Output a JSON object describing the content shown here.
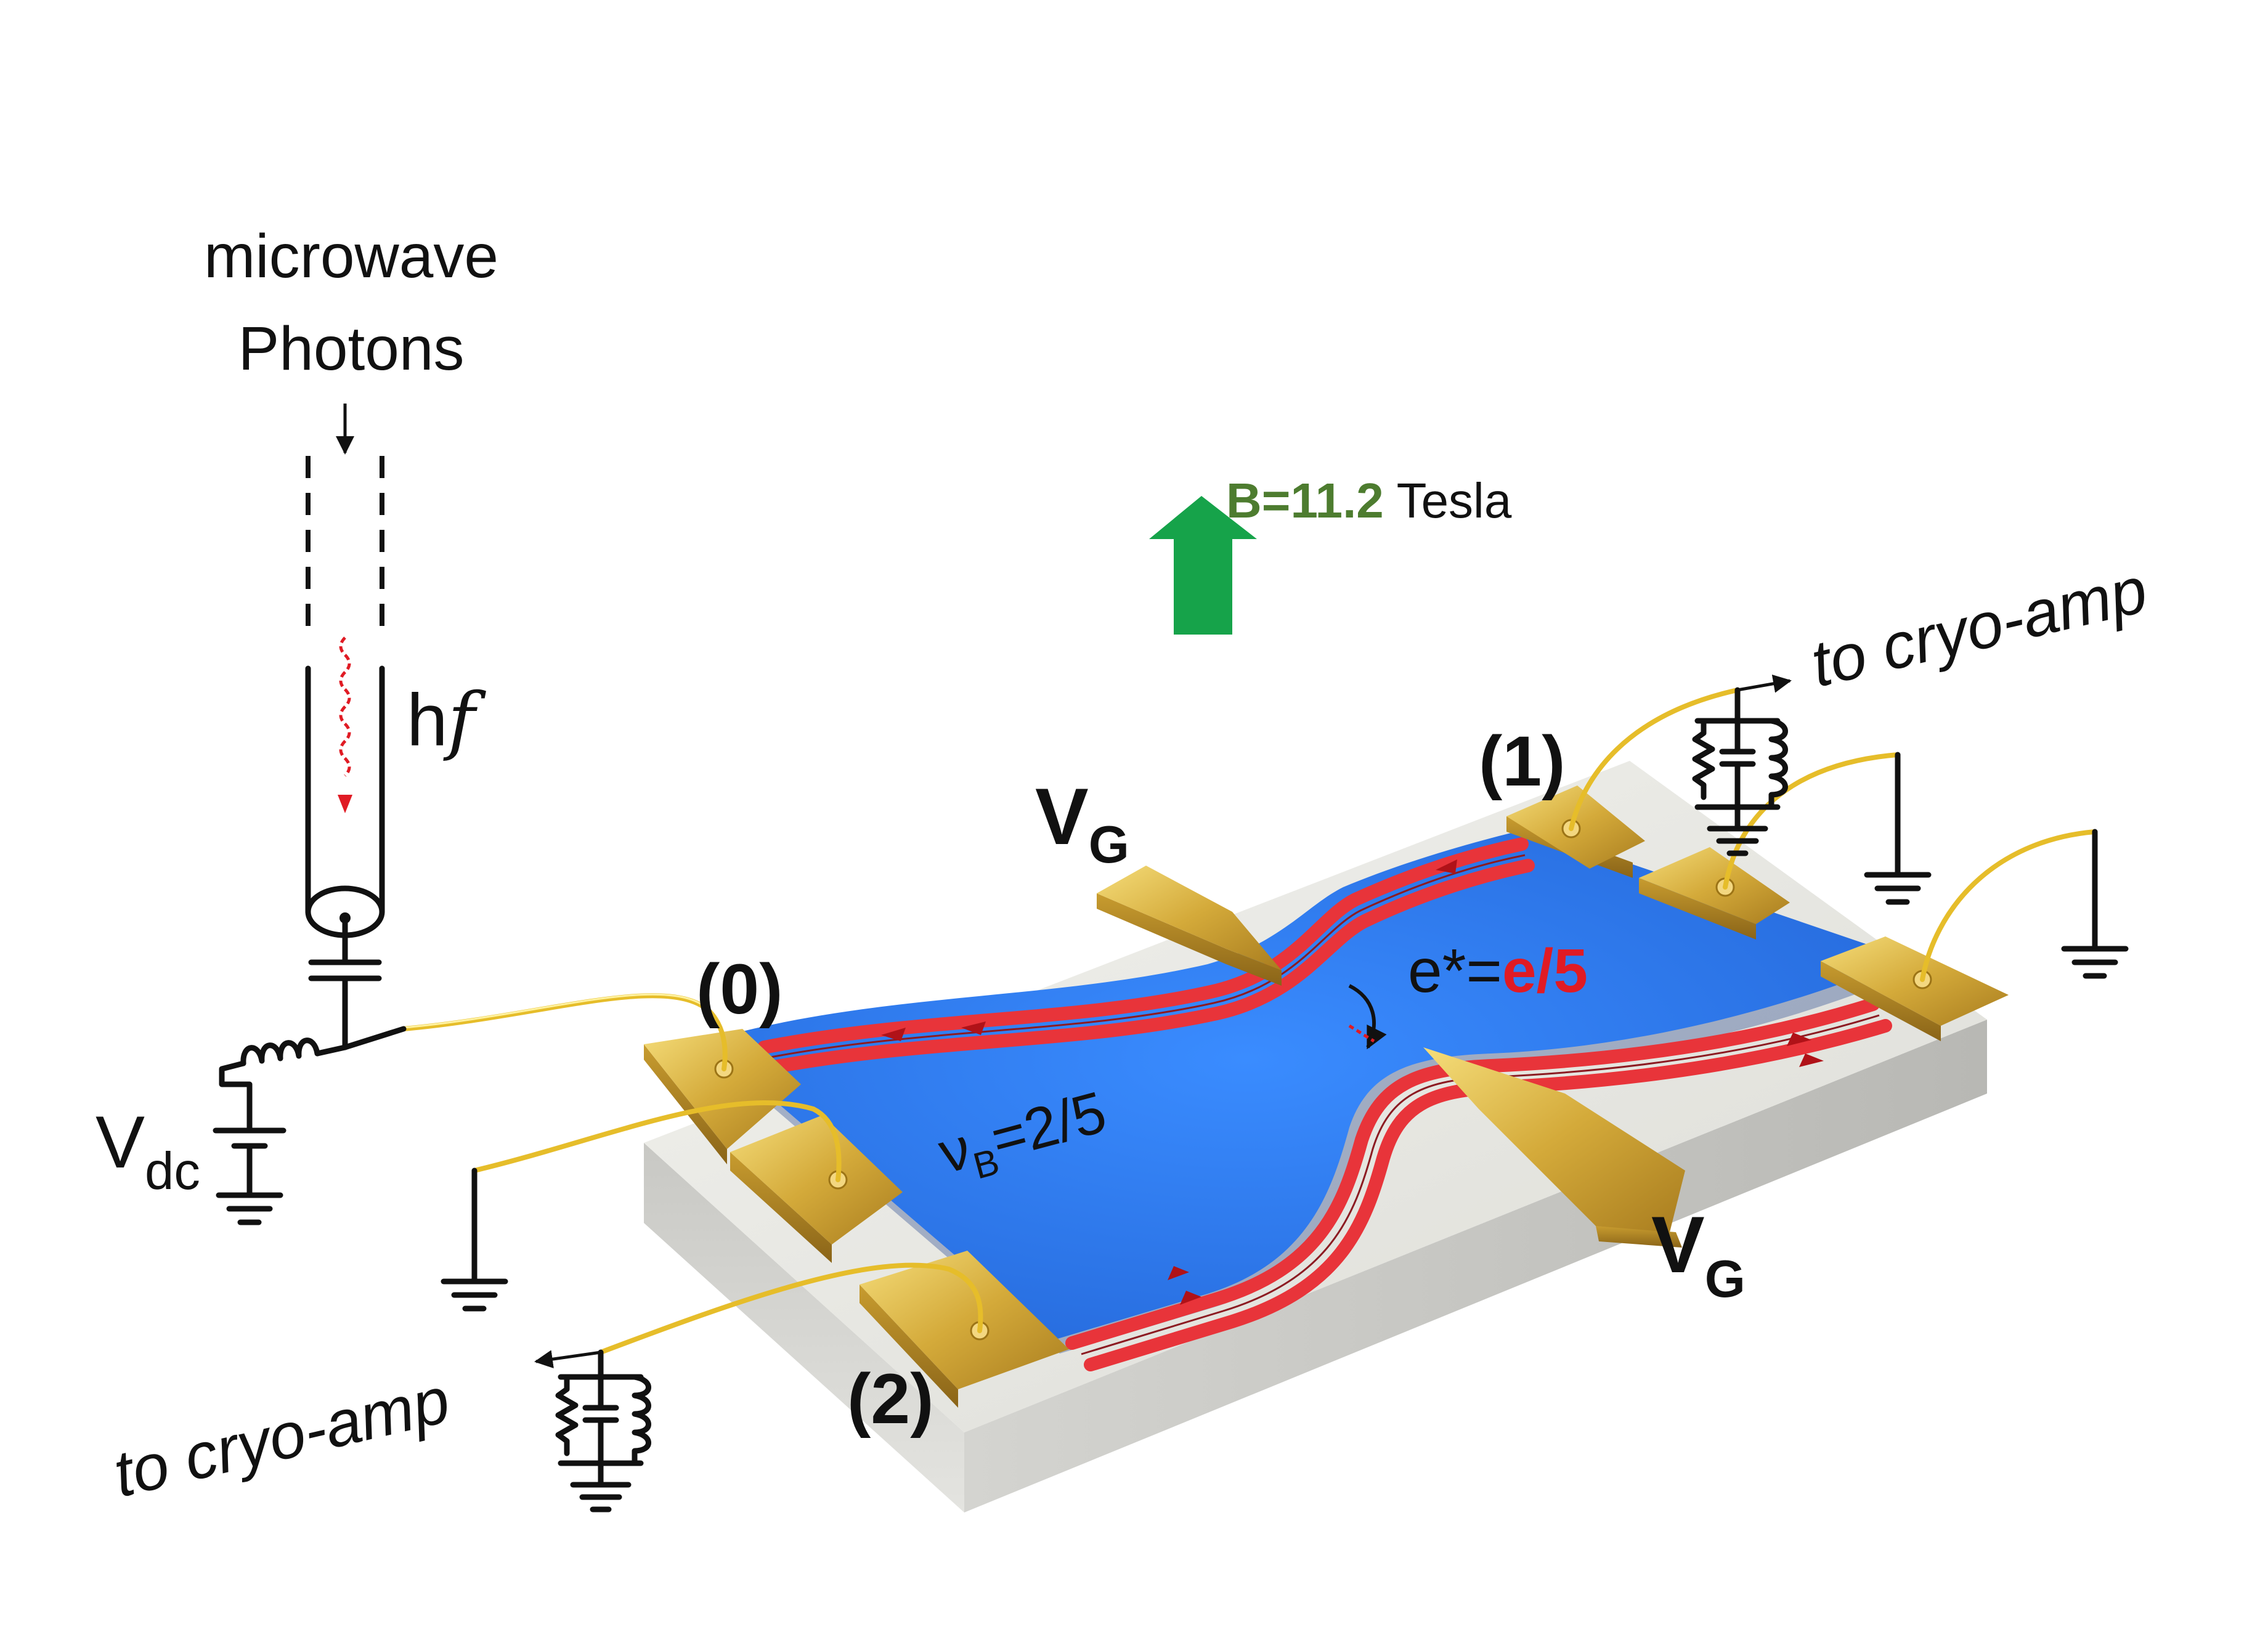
{
  "labels": {
    "microwave": "microwave",
    "photons": "Photons",
    "hf_h": "h",
    "hf_f": "f",
    "field_value": "B=11.2",
    "field_unit": " Tesla",
    "to_cryo_amp_right": "to cryo-amp",
    "to_cryo_amp_left": "to cryo-amp",
    "contact_0": "(0)",
    "contact_1": "(1)",
    "contact_2": "(2)",
    "vg_top": "V",
    "vg_top_sub": "G",
    "vg_bottom": "V",
    "vg_bottom_sub": "G",
    "vdc": "V",
    "vdc_sub": "dc",
    "charge_prefix": "e*=",
    "charge_value": "e/5",
    "filling_nu": "ν",
    "filling_sub": "B",
    "filling_value": "=2/5"
  },
  "colors": {
    "field_arrow": "#16a34a",
    "field_text": "#4d7c2f",
    "charge_value": "#e01b24",
    "two_deg": "#2e7df0",
    "edge_channel": "#e8343a",
    "gold": "#d4aa3a",
    "substrate_top": "#e9e9e4",
    "photon": "#e01b24"
  },
  "icons": {
    "field_arrow": "up-arrow-icon",
    "ground": "ground-icon",
    "capacitor": "capacitor-icon",
    "inductor": "inductor-icon",
    "battery": "battery-icon",
    "photon_wave": "wavy-arrow-icon"
  }
}
